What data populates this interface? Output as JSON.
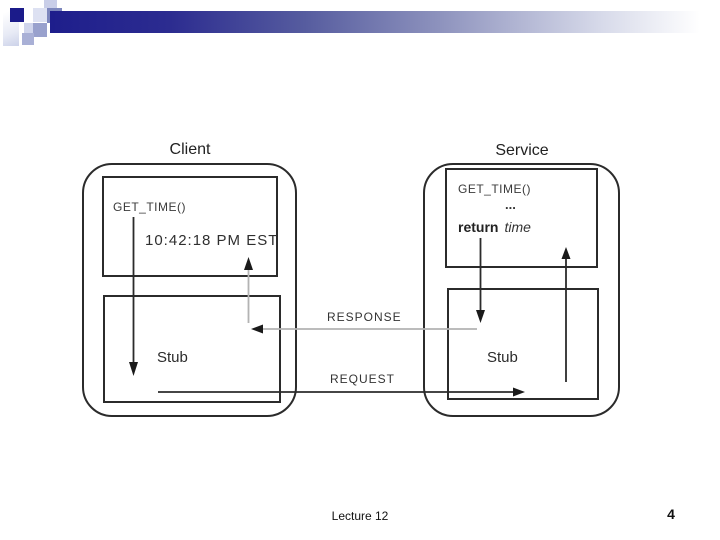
{
  "diagram": {
    "client": {
      "title": "Client",
      "procedure": {
        "call": "GET_TIME()",
        "result": "10:42:18 PM EST"
      },
      "stub_label": "Stub"
    },
    "service": {
      "title": "Service",
      "procedure": {
        "signature": "GET_TIME()",
        "ellipsis": "...",
        "return_keyword": "return",
        "return_value": "time"
      },
      "stub_label": "Stub"
    },
    "messages": {
      "response": "RESPONSE",
      "request": "REQUEST"
    },
    "colors": {
      "line_dark": "#2b2b2b",
      "line_gray": "#b3b3b3",
      "accent_navy": "#1b1b8a"
    }
  },
  "footer": {
    "lecture": "Lecture 12",
    "page_number": "4"
  }
}
